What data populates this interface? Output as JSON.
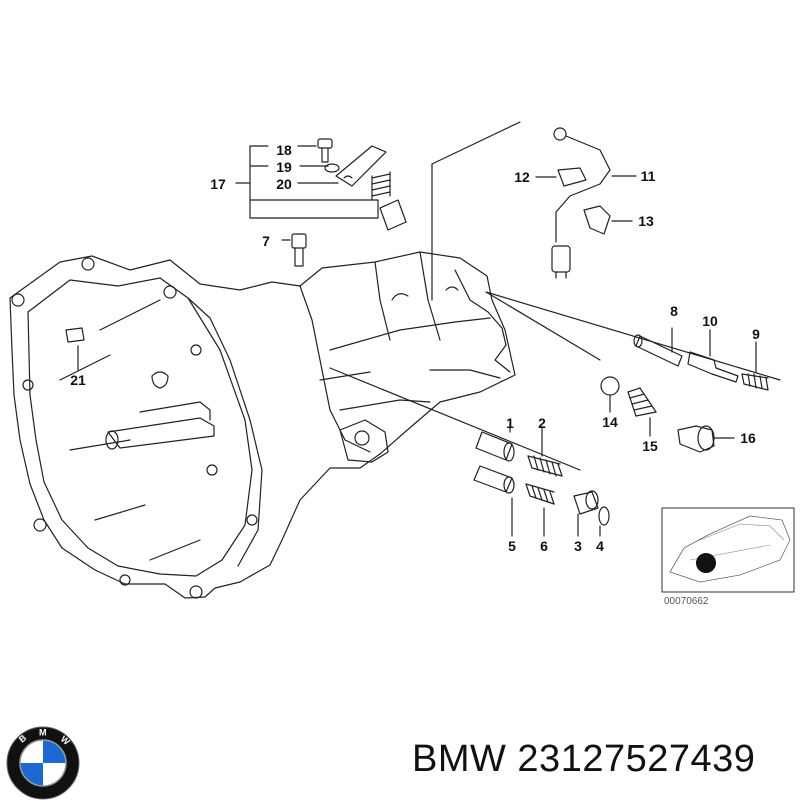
{
  "diagram": {
    "part_callouts": [
      "1",
      "2",
      "3",
      "4",
      "5",
      "6",
      "7",
      "8",
      "9",
      "10",
      "11",
      "12",
      "13",
      "14",
      "15",
      "16",
      "17",
      "18",
      "19",
      "20",
      "21"
    ],
    "reference_number": "00070662"
  },
  "logo": {
    "icon": "bmw-roundel-icon",
    "letters": "BMW"
  },
  "brand_line": "BMW 23127527439",
  "colors": {
    "line": "#222222",
    "text": "#111111",
    "logo_blue": "#1c69d4",
    "logo_ring": "#111111"
  }
}
